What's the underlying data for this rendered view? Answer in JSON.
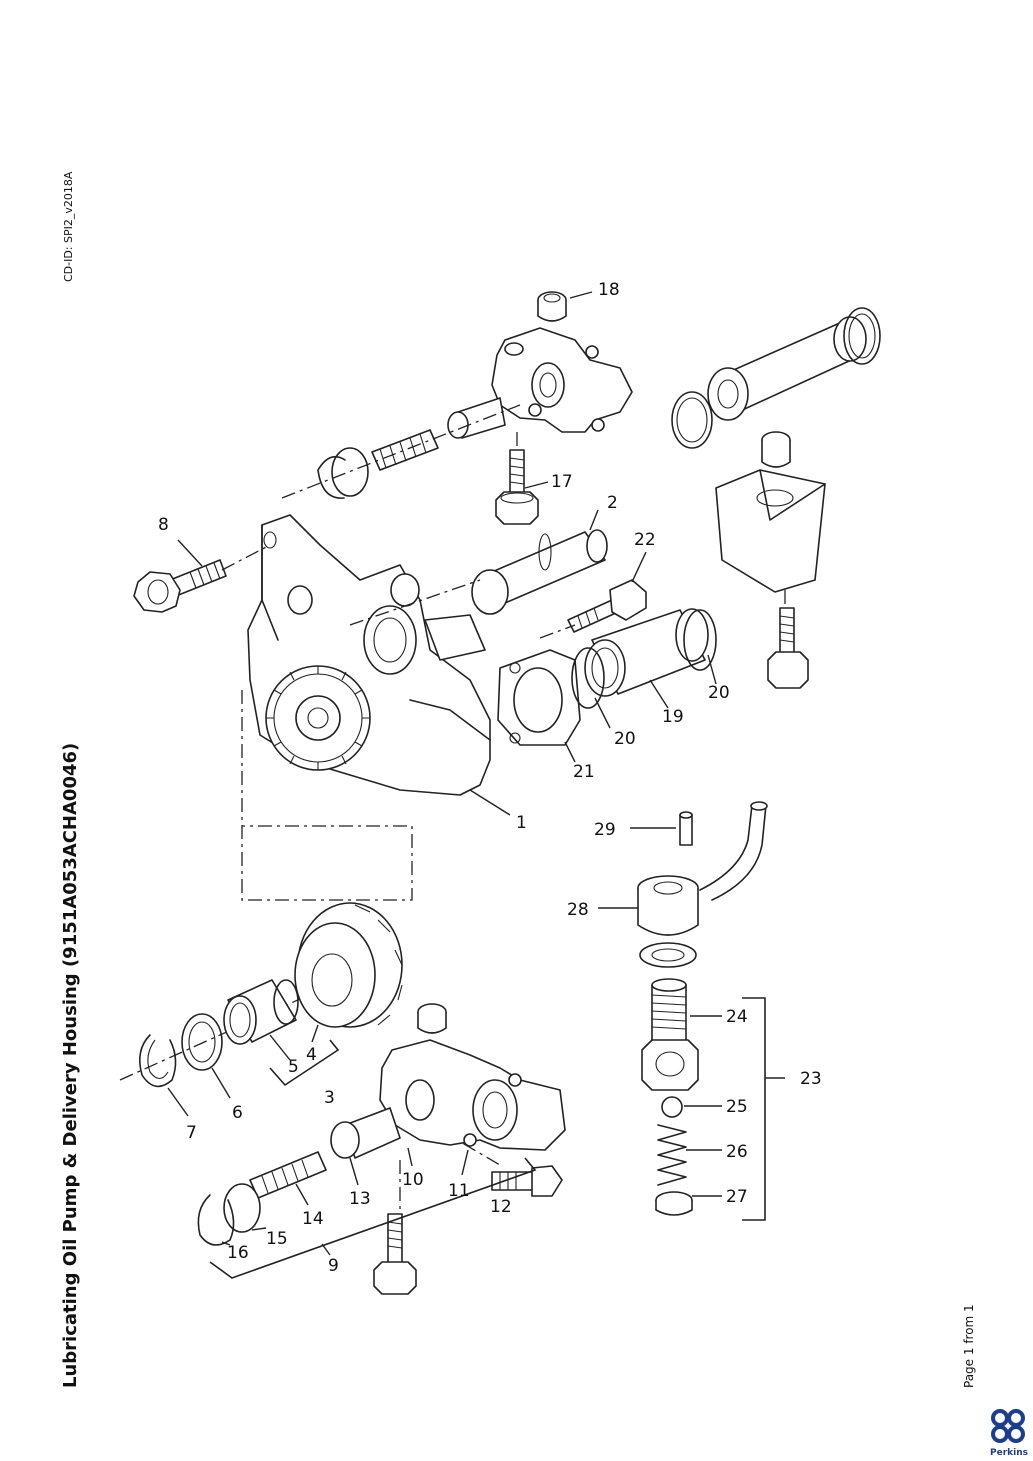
{
  "title": "Lubricating Oil Pump & Delivery Housing (9151A053ACHA0046)",
  "cd_id": "CD-ID: SPI2_v2018A",
  "page_indicator": "Page 1 from 1",
  "brand": {
    "name": "Perkins",
    "color": "#1d3e8c"
  },
  "callouts": {
    "c1": "1",
    "c2": "2",
    "c3": "3",
    "c4": "4",
    "c5": "5",
    "c6": "6",
    "c7": "7",
    "c8": "8",
    "c9": "9",
    "c10": "10",
    "c11": "11",
    "c12": "12",
    "c13": "13",
    "c14": "14",
    "c15": "15",
    "c16": "16",
    "c17": "17",
    "c18": "18",
    "c19": "19",
    "c20a": "20",
    "c20b": "20",
    "c21": "21",
    "c22": "22",
    "c23": "23",
    "c24": "24",
    "c25": "25",
    "c26": "26",
    "c27": "27",
    "c28": "28",
    "c29": "29"
  }
}
